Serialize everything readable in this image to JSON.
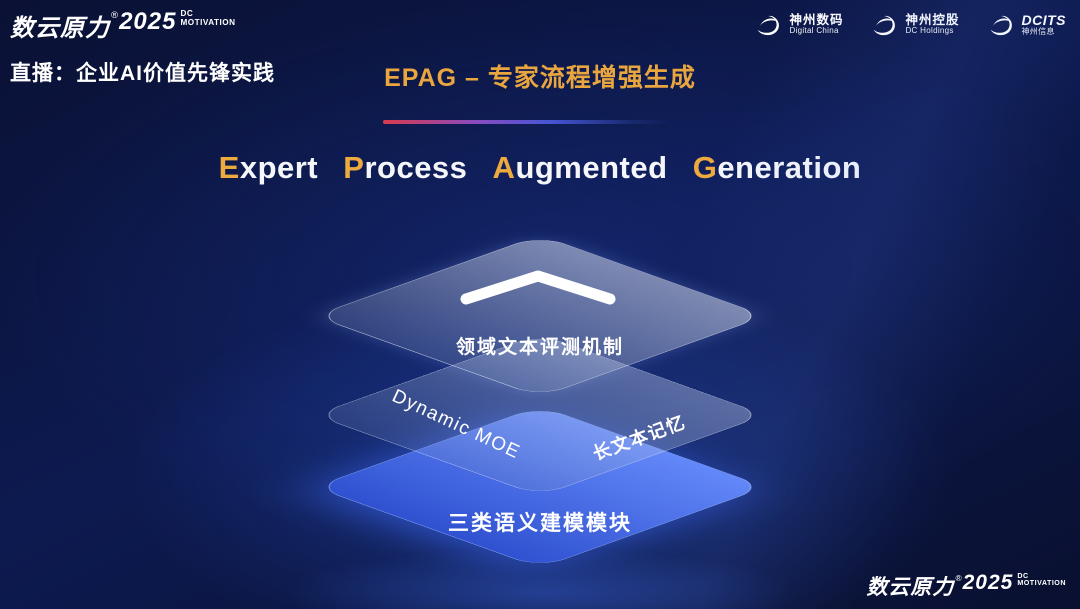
{
  "colors": {
    "gold": "#E9A63F",
    "accent_blue": "#4A6FE8",
    "background_navy": "#0A1134",
    "divider_red": "#D93A4E"
  },
  "header": {
    "brand": {
      "name": "数云原力",
      "reg": "®",
      "year": "2025",
      "sub_top": "DC",
      "sub_bottom": "MOTIVATION"
    },
    "live_label": "直播：企业AI价值先锋实践",
    "slide_title": "EPAG – 专家流程增强生成",
    "logos": [
      {
        "icon": "dc-swoosh-icon",
        "line1": "神州数码",
        "line2": "Digital China"
      },
      {
        "icon": "dc-swoosh-icon",
        "line1": "神州控股",
        "line2": "DC Holdings"
      },
      {
        "icon": "dc-swoosh-icon",
        "line1": "DCITS",
        "line2": "神州信息"
      }
    ]
  },
  "main": {
    "title_words": [
      {
        "first": "E",
        "rest": "xpert"
      },
      {
        "first": "P",
        "rest": "rocess"
      },
      {
        "first": "A",
        "rest": "ugmented"
      },
      {
        "first": "G",
        "rest": "eneration"
      }
    ],
    "diagram": {
      "top_layer_label": "领域文本评测机制",
      "middle_left_label": "Dynamic MOE",
      "middle_right_label": "长文本记忆",
      "bottom_layer_label": "三类语义建模模块"
    }
  },
  "footer": {
    "brand": {
      "name": "数云原力",
      "reg": "®",
      "year": "2025",
      "sub_top": "DC",
      "sub_bottom": "MOTIVATION"
    }
  }
}
